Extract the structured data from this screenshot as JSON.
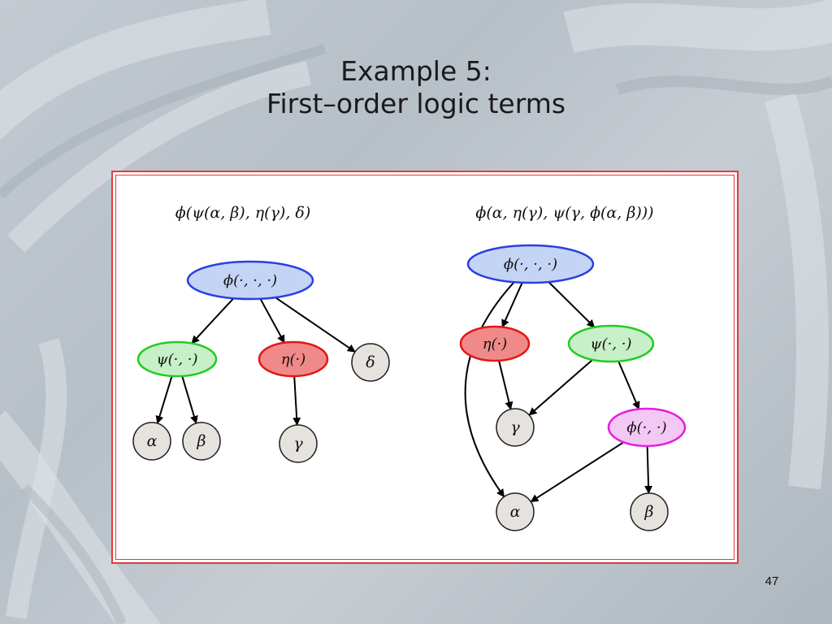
{
  "slide": {
    "title_line1": "Example 5:",
    "title_line2": "First–order logic terms",
    "slide_number": "47"
  },
  "colors": {
    "panel_border": "#e23b3b",
    "blue_node": "#c4d4f4",
    "blue_stroke": "#2a3fe0",
    "green_node": "#c8f0c8",
    "green_stroke": "#22cc22",
    "red_node": "#f08a8a",
    "red_stroke": "#e01818",
    "magenta_node": "#f4c8f4",
    "magenta_stroke": "#e020e0",
    "leaf_node": "#e6e3df"
  },
  "diagrams": [
    {
      "expression": "ϕ(ψ(α, β), η(γ), δ)",
      "nodes": [
        {
          "id": "l-phi",
          "label": "ϕ(·, ·, ·)",
          "color": "blue"
        },
        {
          "id": "l-psi",
          "label": "ψ(·, ·)",
          "color": "green"
        },
        {
          "id": "l-eta",
          "label": "η(·)",
          "color": "red"
        },
        {
          "id": "l-delta",
          "label": "δ",
          "color": "leaf"
        },
        {
          "id": "l-alpha",
          "label": "α",
          "color": "leaf"
        },
        {
          "id": "l-beta",
          "label": "β",
          "color": "leaf"
        },
        {
          "id": "l-gamma",
          "label": "γ",
          "color": "leaf"
        }
      ],
      "edges": [
        {
          "from": "l-phi",
          "to": "l-psi"
        },
        {
          "from": "l-phi",
          "to": "l-eta"
        },
        {
          "from": "l-phi",
          "to": "l-delta"
        },
        {
          "from": "l-psi",
          "to": "l-alpha"
        },
        {
          "from": "l-psi",
          "to": "l-beta"
        },
        {
          "from": "l-eta",
          "to": "l-gamma"
        }
      ]
    },
    {
      "expression": "ϕ(α, η(γ), ψ(γ, ϕ(α, β)))",
      "nodes": [
        {
          "id": "r-phi",
          "label": "ϕ(·, ·, ·)",
          "color": "blue"
        },
        {
          "id": "r-eta",
          "label": "η(·)",
          "color": "red"
        },
        {
          "id": "r-psi",
          "label": "ψ(·, ·)",
          "color": "green"
        },
        {
          "id": "r-gamma",
          "label": "γ",
          "color": "leaf"
        },
        {
          "id": "r-phi2",
          "label": "ϕ(·, ·)",
          "color": "magenta"
        },
        {
          "id": "r-alpha",
          "label": "α",
          "color": "leaf"
        },
        {
          "id": "r-beta",
          "label": "β",
          "color": "leaf"
        }
      ],
      "edges": [
        {
          "from": "r-phi",
          "to": "r-eta"
        },
        {
          "from": "r-phi",
          "to": "r-psi"
        },
        {
          "from": "r-phi",
          "to": "r-alpha"
        },
        {
          "from": "r-eta",
          "to": "r-gamma"
        },
        {
          "from": "r-psi",
          "to": "r-gamma"
        },
        {
          "from": "r-psi",
          "to": "r-phi2"
        },
        {
          "from": "r-phi2",
          "to": "r-alpha"
        },
        {
          "from": "r-phi2",
          "to": "r-beta"
        }
      ]
    }
  ]
}
